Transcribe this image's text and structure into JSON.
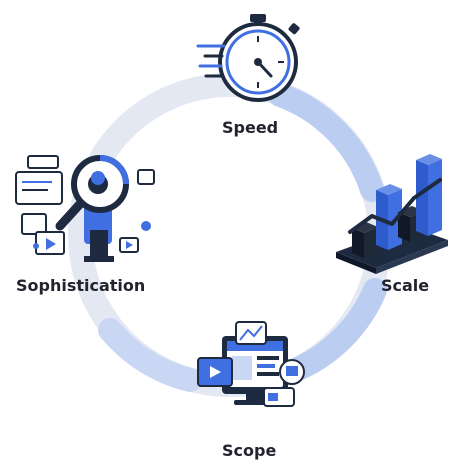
{
  "cycle": {
    "stages": [
      {
        "id": "speed",
        "label": "Speed",
        "icon": "stopwatch-icon"
      },
      {
        "id": "scale",
        "label": "Scale",
        "icon": "bar-chart-growth-icon"
      },
      {
        "id": "scope",
        "label": "Scope",
        "icon": "devices-dashboard-icon"
      },
      {
        "id": "sophistication",
        "label": "Sophistication",
        "icon": "magnifier-analysis-icon"
      }
    ]
  },
  "colors": {
    "ring_light": "#dfe5f2",
    "ring_accent": "#b7c9f0",
    "primary_blue": "#3f6fe0",
    "navy": "#1e2a3f",
    "text": "#22232e"
  }
}
